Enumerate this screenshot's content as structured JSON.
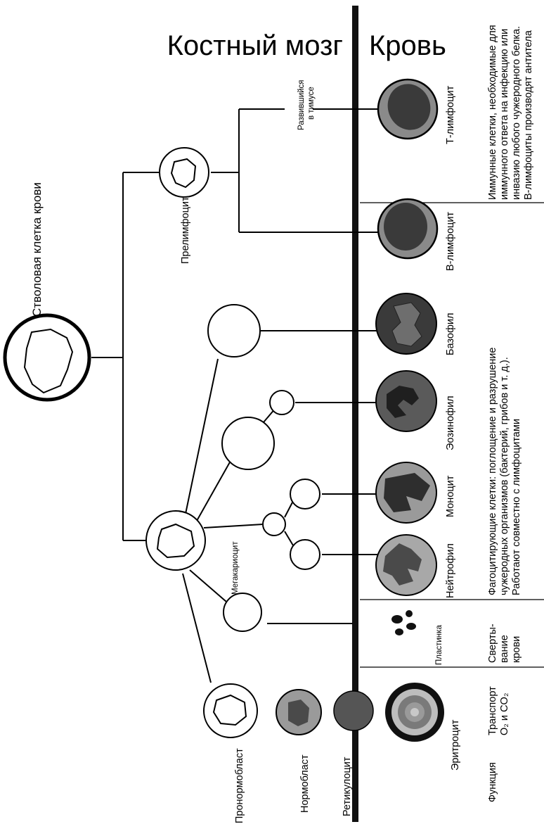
{
  "headers": {
    "marrow": "Костный мозг",
    "blood": "Кровь"
  },
  "stem_cell": "Стволовая клетка крови",
  "cells": {
    "prelymphocyte": "Прелимфоцит",
    "thymus": [
      "Развившийся",
      "в тимусе"
    ],
    "t_lymphocyte": "Т-лимфоцит",
    "b_lymphocyte": "В-лимфоцит",
    "basophil": "Базофил",
    "eosinophil": "Эозинофил",
    "monocyte": "Моноцит",
    "neutrophil": "Нейтрофил",
    "megakaryocyte": "Мегакариоцит",
    "platelet": "Пластинка",
    "pronormoblast": "Пронормобласт",
    "normoblast": "Нормобласт",
    "reticulocyte": "Ретикулоцит",
    "erythrocyte": "Эритроцит"
  },
  "functions": {
    "label": "Функция",
    "transport": [
      "Транспорт",
      "O₂ и CO₂"
    ],
    "clotting": [
      "Сверты-",
      "вание",
      "крови"
    ],
    "phagocytes": [
      "Фагоцитирующие клетки: поглощение и разрушение",
      "чужеродных организмов (бактерий, грибов и т. д.).",
      "Работают совместно с лимфоцитами"
    ],
    "immune": [
      "Иммунные клетки, необходимые для",
      "иммунного ответа на инфекцию или",
      "инвазию любого чужеродного белка.",
      "В-лимфоциты производят антитела"
    ]
  },
  "colors": {
    "ink": "#000000",
    "nucleus_dark": "#3a3a3a",
    "cytoplasm_grey": "#8a8a8a",
    "reticulocyte": "#555555"
  }
}
